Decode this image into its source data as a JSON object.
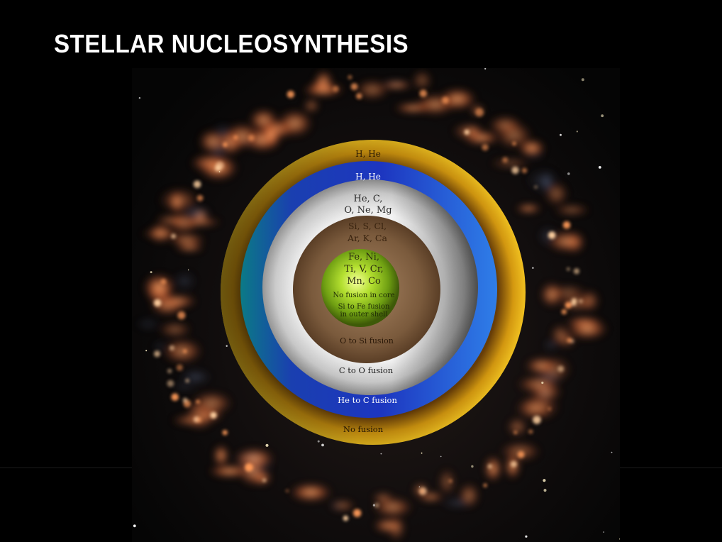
{
  "slide": {
    "title": "STELLAR NUCLEOSYNTHESIS"
  },
  "diagram": {
    "layers": [
      {
        "id": "outer",
        "elements": "H, He",
        "process": "No fusion",
        "color": "#c8860f"
      },
      {
        "id": "hydrogen-shell",
        "elements": "H, He",
        "process": "He to C fusion",
        "color": "#2460d8"
      },
      {
        "id": "helium-shell",
        "elements_line1": "He, C,",
        "elements_line2": "O, Ne, Mg",
        "process": "C to O fusion",
        "color": "#e2e2e2"
      },
      {
        "id": "oxygen-shell",
        "elements_line1": "Si, S, Cl,",
        "elements_line2": "Ar, K, Ca",
        "process": "O to Si fusion",
        "color": "#8a6a4a"
      },
      {
        "id": "iron-core",
        "elements_line1": "Fe, Ni,",
        "elements_line2": "Ti, V, Cr,",
        "elements_line3": "Mn, Co",
        "process_line1": "No fusion in core",
        "process_line2": "Si to Fe fusion",
        "process_line3": "in outer shell",
        "color": "#8fbf1c"
      }
    ]
  }
}
